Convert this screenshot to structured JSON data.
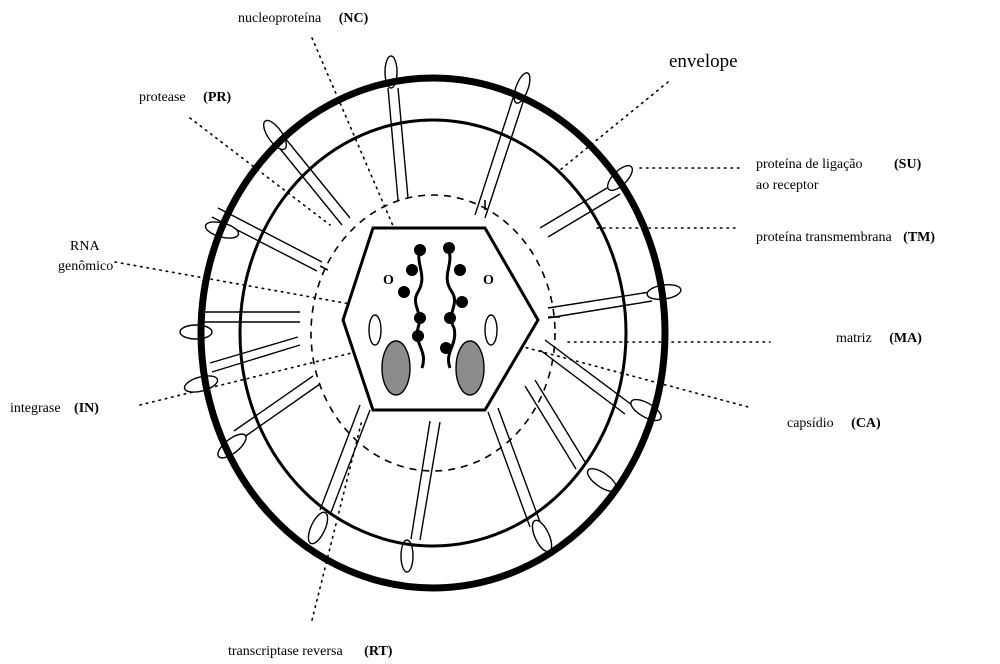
{
  "labels": {
    "nucleoproteina": {
      "text": "nucleoproteína",
      "abbr": "(NC)"
    },
    "protease": {
      "text": "protease",
      "abbr": "(PR)"
    },
    "envelope": {
      "text": "envelope"
    },
    "rna_line1": {
      "text": "RNA"
    },
    "rna_line2": {
      "text": "genômico"
    },
    "su_line1": {
      "text": "proteína de ligação",
      "abbr": "(SU)"
    },
    "su_line2": {
      "text": "ao receptor"
    },
    "tm": {
      "text": "proteína transmembrana",
      "abbr": "(TM)"
    },
    "ma": {
      "text": "matriz",
      "abbr": "(MA)"
    },
    "integrase": {
      "text": "integrase",
      "abbr": "(IN)"
    },
    "capsidio": {
      "text": "capsídio",
      "abbr": "(CA)"
    },
    "rt": {
      "text": "transcriptase reversa",
      "abbr": "(RT)"
    }
  },
  "core_marks": {
    "left": "O",
    "right": "O"
  },
  "colors": {
    "ink": "#000000",
    "enzyme_fill": "#8c8c8c",
    "background": "#ffffff"
  }
}
